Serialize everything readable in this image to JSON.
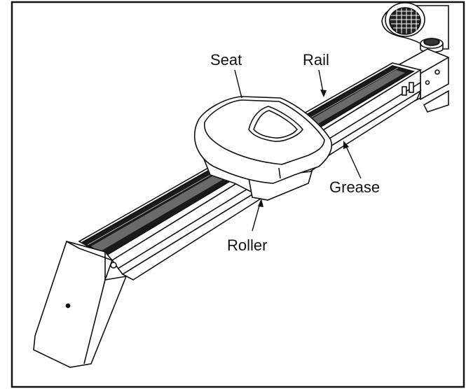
{
  "diagram": {
    "labels": {
      "seat": "Seat",
      "rail": "Rail",
      "grease": "Grease",
      "roller": "Roller"
    },
    "colors": {
      "ink": "#111111",
      "rail_dark": "#1a1a1a",
      "background": "#ffffff"
    }
  }
}
